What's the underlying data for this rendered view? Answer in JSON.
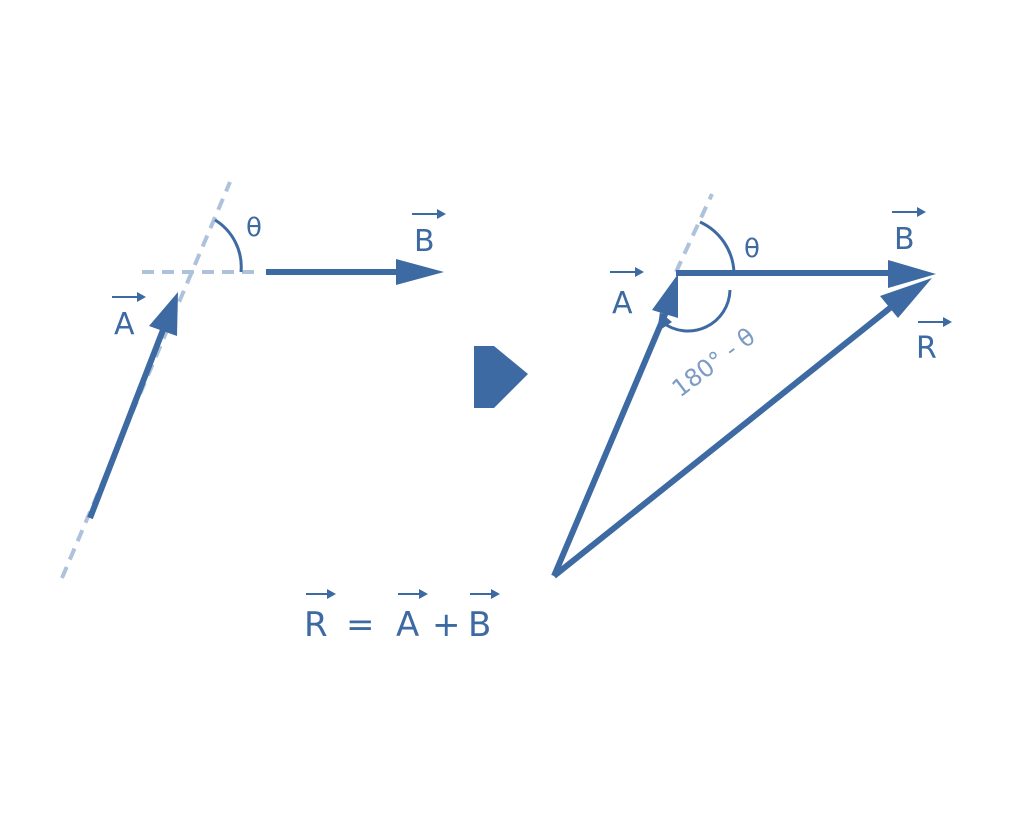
{
  "colors": {
    "vector": "#3d6aa2",
    "dashed_guide": "#aec2dc",
    "angle_label": "#7d9cc4",
    "background": "#ffffff"
  },
  "left_panel": {
    "vector_a_label": "A",
    "vector_b_label": "B",
    "angle_label": "θ"
  },
  "right_panel": {
    "vector_a_label": "A",
    "vector_b_label": "B",
    "vector_r_label": "R",
    "angle_label": "θ",
    "supplementary_angle_label": "180° - θ"
  },
  "transition_arrow_icon": "right-arrow-icon",
  "equation": {
    "lhs": "R",
    "equals": "=",
    "term1": "A",
    "plus": "+",
    "term2": "B"
  }
}
